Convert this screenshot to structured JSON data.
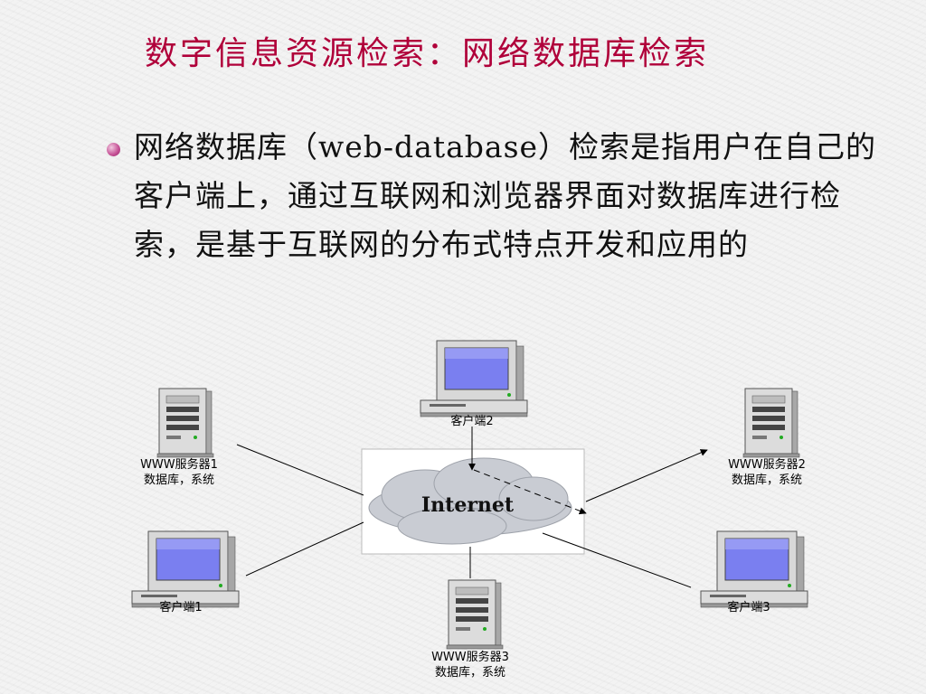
{
  "slide": {
    "title": "数字信息资源检索：网络数据库检索",
    "body": "网络数据库（web-database）检索是指用户在自己的客户端上，通过互联网和浏览器界面对数据库进行检索，是基于互联网的分布式特点开发和应用的"
  },
  "diagram": {
    "center_label": "Internet",
    "nodes": {
      "server1": {
        "line1": "WWW服务器1",
        "line2": "数据库，系统"
      },
      "server2": {
        "line1": "WWW服务器2",
        "line2": "数据库，系统"
      },
      "server3": {
        "line1": "WWW服务器3",
        "line2": "数据库，系统"
      },
      "client1": {
        "label": "客户端1"
      },
      "client2": {
        "label": "客户端2"
      },
      "client3": {
        "label": "客户端3"
      }
    }
  },
  "colors": {
    "title": "#b0003a",
    "bullet": "#c44d93",
    "monitor_screen": "#7a7ff0",
    "device_body": "#d8d8d8"
  }
}
